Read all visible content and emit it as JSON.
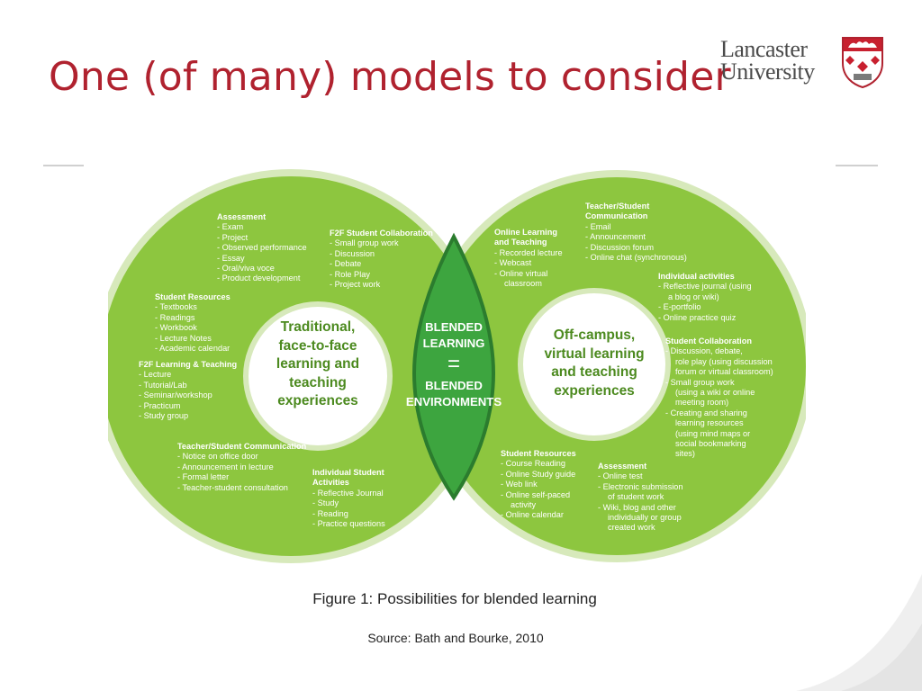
{
  "slide": {
    "title": "One (of many) models to consider",
    "logo": {
      "line1": "Lancaster",
      "line2": "University"
    }
  },
  "colors": {
    "title": "#b0222f",
    "circle_fill": "#8dc63f",
    "circle_ring": "#d7e9bb",
    "lens_fill": "#3da53f",
    "lens_border": "#2b7c2e",
    "inner_text": "#4c8a1f"
  },
  "diagram": {
    "left": {
      "center": [
        "Traditional,",
        "face-to-face",
        "learning and",
        "teaching",
        "experiences"
      ],
      "groups": [
        {
          "heading": "Assessment",
          "items": [
            "-  Exam",
            "-  Project",
            "-  Observed performance",
            "-  Essay",
            "-  Oral/viva voce",
            "-  Product development"
          ]
        },
        {
          "heading": "F2F Student Collaboration",
          "items": [
            "-  Small group work",
            "-  Discussion",
            "-  Debate",
            "-  Role Play",
            "-  Project work"
          ]
        },
        {
          "heading": "Student Resources",
          "items": [
            "-  Textbooks",
            "-  Readings",
            "-  Workbook",
            "-  Lecture Notes",
            "-  Academic calendar"
          ]
        },
        {
          "heading": "F2F Learning & Teaching",
          "items": [
            "-  Lecture",
            "-  Tutorial/Lab",
            "-  Seminar/workshop",
            "-  Practicum",
            "-  Study group"
          ]
        },
        {
          "heading": "Teacher/Student Communication",
          "items": [
            "-  Notice on office door",
            "-  Announcement in lecture",
            "-  Formal letter",
            "-  Teacher-student consultation"
          ]
        },
        {
          "heading": "Individual Student Activities",
          "items": [
            "-  Reflective Journal",
            "-  Study",
            "-  Reading",
            "-  Practice questions"
          ]
        }
      ]
    },
    "center": {
      "line1": "BLENDED",
      "line2": "LEARNING",
      "eq": "=",
      "line3": "BLENDED",
      "line4": "ENVIRONMENTS"
    },
    "right": {
      "center": [
        "Off-campus,",
        "virtual learning",
        "and teaching",
        "experiences"
      ],
      "groups": [
        {
          "heading": "Teacher/Student Communication",
          "items": [
            "-  Email",
            "-  Announcement",
            "-  Discussion forum",
            "-  Online chat (synchronous)"
          ]
        },
        {
          "heading": "Online Learning and Teaching",
          "items": [
            "-  Recorded lecture",
            "-  Webcast",
            "-  Online virtual",
            "classroom"
          ]
        },
        {
          "heading": "Individual activities",
          "items": [
            "-  Reflective journal (using",
            "a blog or wiki)",
            "-  E-portfolio",
            "-  Online practice quiz"
          ]
        },
        {
          "heading": "Student Collaboration",
          "items": [
            "-  Discussion, debate,",
            "role play (using  discussion",
            "forum or virtual classroom)",
            "-  Small group work",
            "(using a wiki or online",
            "meeting room)",
            "-  Creating and sharing",
            "learning resources",
            "(using mind maps or",
            "social bookmarking",
            "sites)"
          ]
        },
        {
          "heading": "Student Resources",
          "items": [
            "-  Course Reading",
            "-  Online Study guide",
            "-  Web link",
            "-  Online self-paced",
            "activity",
            "-  Online calendar"
          ]
        },
        {
          "heading": "Assessment",
          "items": [
            "-  Online test",
            "-  Electronic submission",
            "of student work",
            "-  Wiki, blog and other",
            "individually or group",
            "created work"
          ]
        }
      ]
    }
  },
  "caption": "Figure 1: Possibilities for blended learning",
  "source": "Source: Bath and Bourke, 2010"
}
